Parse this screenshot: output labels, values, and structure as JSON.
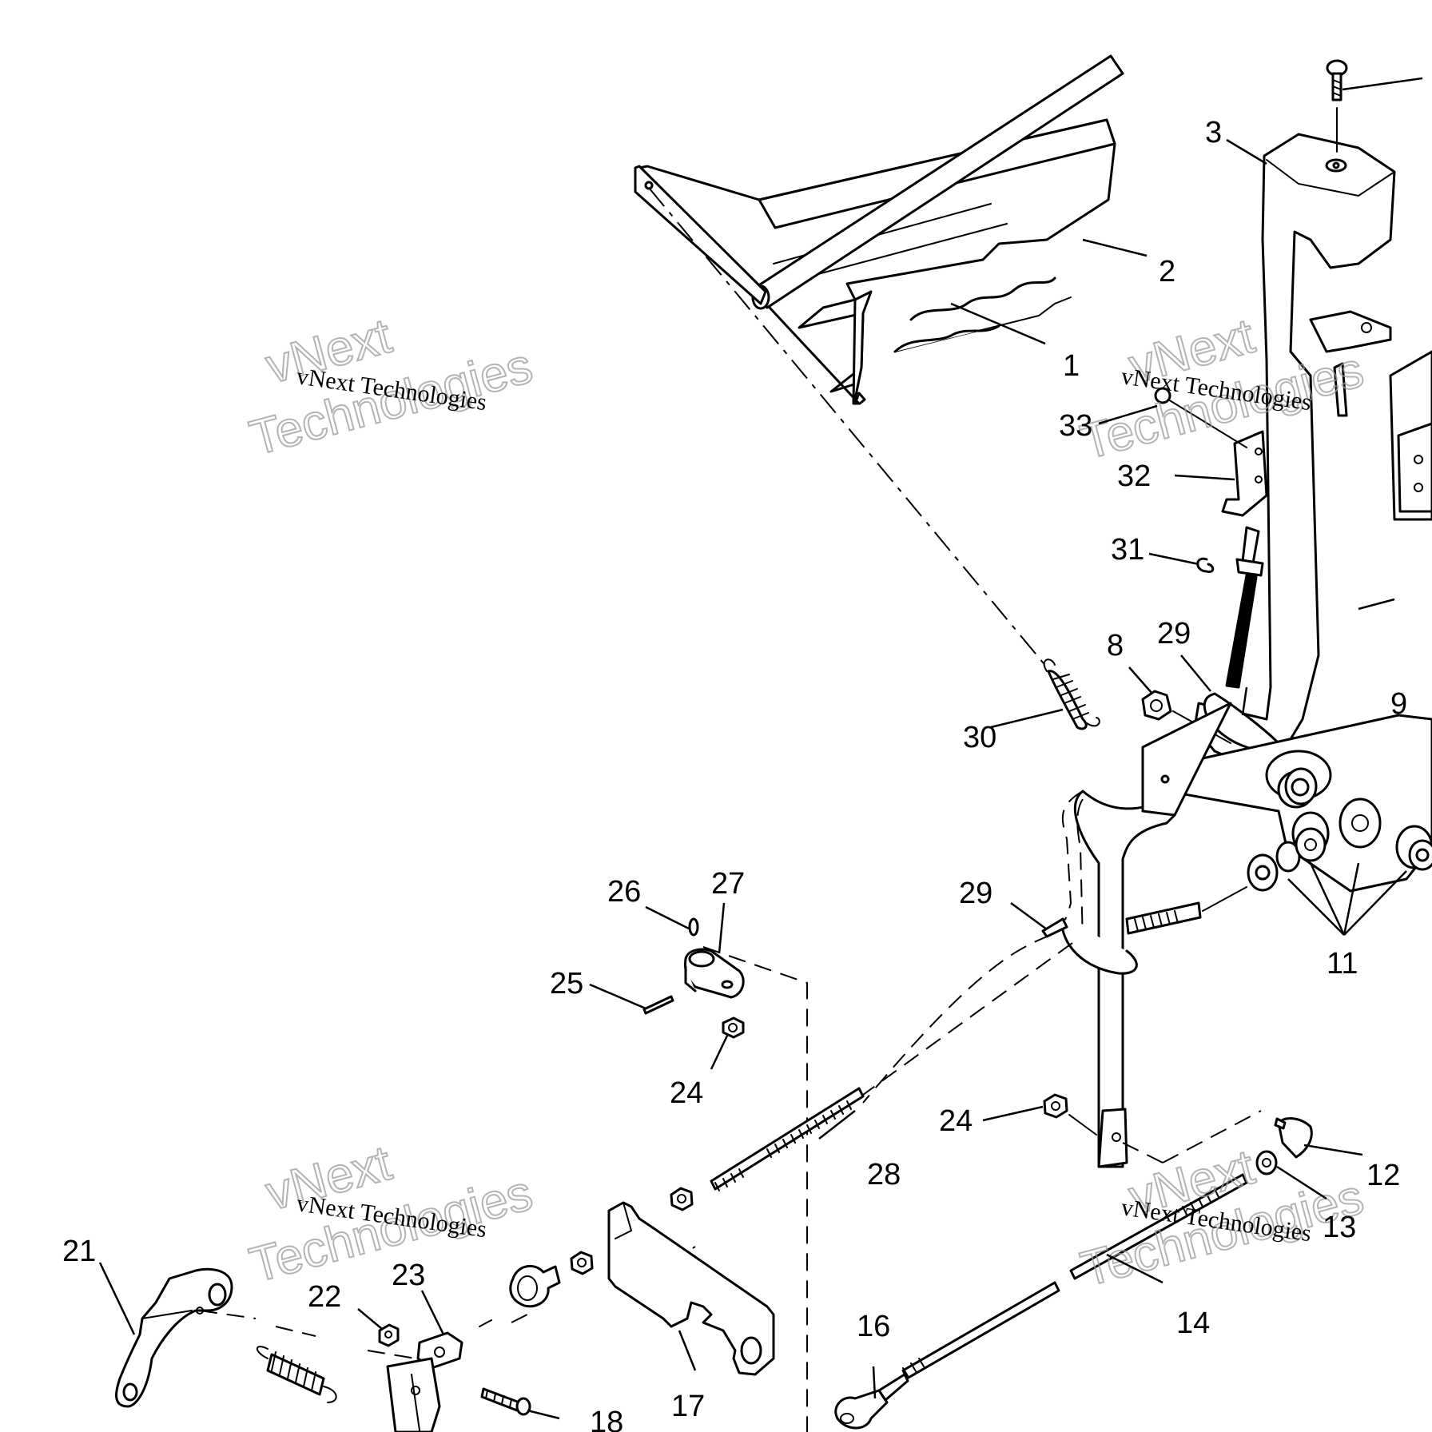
{
  "diagram": {
    "callouts": [
      "1",
      "2",
      "3",
      "8",
      "9",
      "11",
      "12",
      "13",
      "14",
      "16",
      "17",
      "18",
      "21",
      "22",
      "23",
      "24",
      "24",
      "25",
      "26",
      "27",
      "28",
      "29",
      "29",
      "30",
      "31",
      "32",
      "33"
    ],
    "callout_list": {
      "c1": "1",
      "c2": "2",
      "c3": "3",
      "c8": "8",
      "c9": "9",
      "c11": "11",
      "c12": "12",
      "c13": "13",
      "c14": "14",
      "c16": "16",
      "c17": "17",
      "c18": "18",
      "c21": "21",
      "c22": "22",
      "c23": "23",
      "c24a": "24",
      "c24b": "24",
      "c25": "25",
      "c26": "26",
      "c27": "27",
      "c28": "28",
      "c29a": "29",
      "c29b": "29",
      "c30": "30",
      "c31": "31",
      "c32": "32",
      "c33": "33"
    }
  },
  "watermark": {
    "line1": "vNext",
    "line2": "Technologies",
    "small": "vNext Technologies"
  },
  "colors": {
    "ink": "#000000",
    "watermark": "#9a9a9a",
    "background": "#ffffff"
  }
}
